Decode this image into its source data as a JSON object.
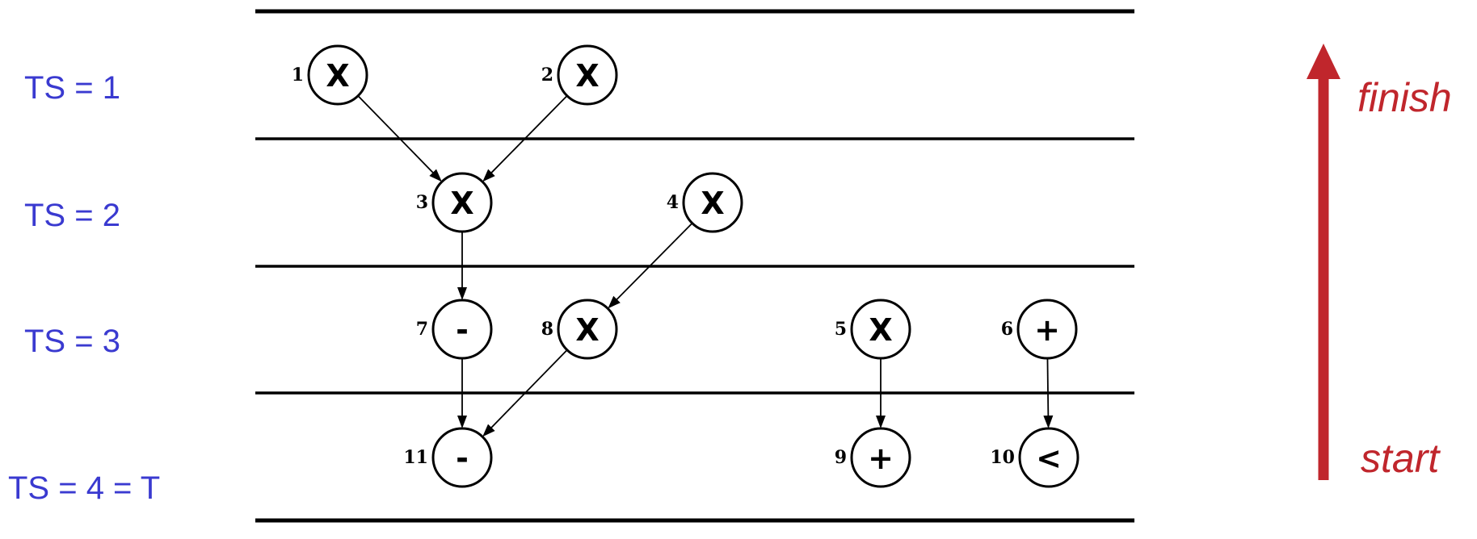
{
  "colors": {
    "time_step_label": "#3a3ad0",
    "direction_arrow": "#c0262c",
    "direction_label": "#c0262c",
    "diagram_ink": "#000000"
  },
  "time_steps": [
    {
      "id": "ts1",
      "label": "TS = 1"
    },
    {
      "id": "ts2",
      "label": "TS = 2"
    },
    {
      "id": "ts3",
      "label": "TS = 3"
    },
    {
      "id": "ts4",
      "label": "TS = 4 = T"
    }
  ],
  "nodes": [
    {
      "id": "n1",
      "number": "1",
      "op": "X",
      "step": 1
    },
    {
      "id": "n2",
      "number": "2",
      "op": "X",
      "step": 1
    },
    {
      "id": "n3",
      "number": "3",
      "op": "X",
      "step": 2
    },
    {
      "id": "n4",
      "number": "4",
      "op": "X",
      "step": 2
    },
    {
      "id": "n7",
      "number": "7",
      "op": "-",
      "step": 3
    },
    {
      "id": "n8",
      "number": "8",
      "op": "X",
      "step": 3
    },
    {
      "id": "n5",
      "number": "5",
      "op": "X",
      "step": 3
    },
    {
      "id": "n6",
      "number": "6",
      "op": "+",
      "step": 3
    },
    {
      "id": "n11",
      "number": "11",
      "op": "-",
      "step": 4
    },
    {
      "id": "n9",
      "number": "9",
      "op": "+",
      "step": 4
    },
    {
      "id": "n10",
      "number": "10",
      "op": "<",
      "step": 4
    }
  ],
  "edges": [
    {
      "from": "n1",
      "to": "n3"
    },
    {
      "from": "n2",
      "to": "n3"
    },
    {
      "from": "n3",
      "to": "n7"
    },
    {
      "from": "n4",
      "to": "n8"
    },
    {
      "from": "n7",
      "to": "n11"
    },
    {
      "from": "n8",
      "to": "n11"
    },
    {
      "from": "n5",
      "to": "n9"
    },
    {
      "from": "n6",
      "to": "n10"
    }
  ],
  "direction": {
    "top_label": "finish",
    "bottom_label": "start"
  }
}
